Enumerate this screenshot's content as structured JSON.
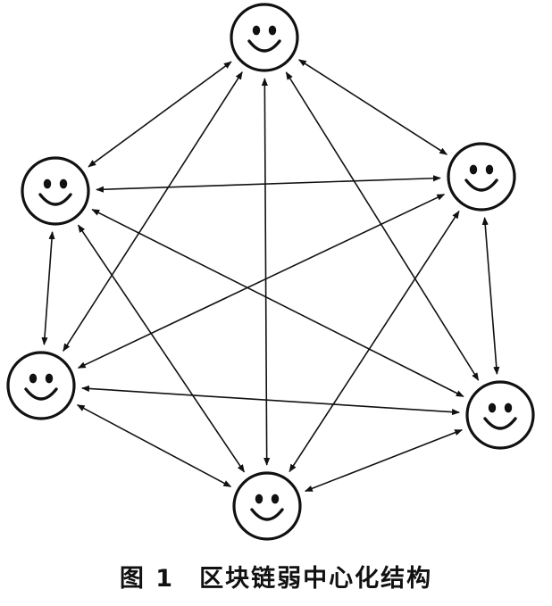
{
  "caption": {
    "label": "图 1",
    "title": "区块链弱中心化结构"
  },
  "diagram": {
    "nodes": [
      {
        "id": "top",
        "icon": "smiley-face-icon"
      },
      {
        "id": "upper-left",
        "icon": "smiley-face-icon"
      },
      {
        "id": "upper-right",
        "icon": "smiley-face-icon"
      },
      {
        "id": "lower-left",
        "icon": "smiley-face-icon"
      },
      {
        "id": "lower-right",
        "icon": "smiley-face-icon"
      },
      {
        "id": "bottom",
        "icon": "smiley-face-icon"
      }
    ],
    "edges": [
      {
        "from": "top",
        "to": "upper-left",
        "direction": "both"
      },
      {
        "from": "top",
        "to": "upper-right",
        "direction": "both"
      },
      {
        "from": "top",
        "to": "lower-left",
        "direction": "both"
      },
      {
        "from": "top",
        "to": "lower-right",
        "direction": "both"
      },
      {
        "from": "top",
        "to": "bottom",
        "direction": "both"
      },
      {
        "from": "upper-left",
        "to": "upper-right",
        "direction": "both"
      },
      {
        "from": "upper-left",
        "to": "lower-left",
        "direction": "both"
      },
      {
        "from": "upper-left",
        "to": "lower-right",
        "direction": "both"
      },
      {
        "from": "upper-left",
        "to": "bottom",
        "direction": "both"
      },
      {
        "from": "upper-right",
        "to": "lower-left",
        "direction": "both"
      },
      {
        "from": "upper-right",
        "to": "lower-right",
        "direction": "both"
      },
      {
        "from": "upper-right",
        "to": "bottom",
        "direction": "both"
      },
      {
        "from": "lower-left",
        "to": "lower-right",
        "direction": "both"
      },
      {
        "from": "lower-left",
        "to": "bottom",
        "direction": "both"
      },
      {
        "from": "lower-right",
        "to": "bottom",
        "direction": "both"
      }
    ],
    "colors": {
      "stroke": "#111111",
      "face_fill": "#ffffff"
    }
  }
}
